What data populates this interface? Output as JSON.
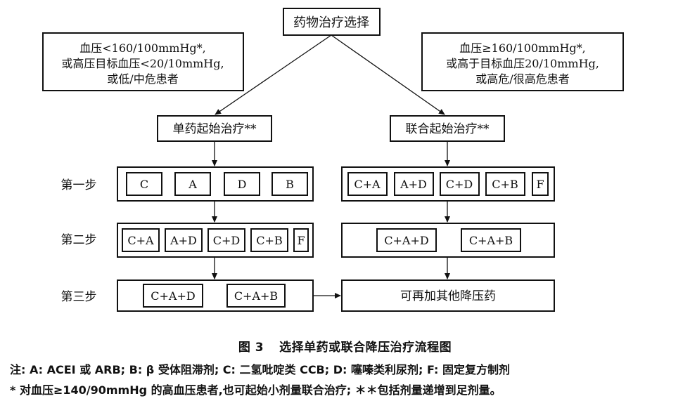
{
  "diagram": {
    "root": "药物治疗选择",
    "left_condition": [
      "血压<160/100mmHg*,",
      "或高压目标血压<20/10mmHg,",
      "或低/中危患者"
    ],
    "right_condition": [
      "血压≥160/100mmHg*,",
      "或高于目标血压20/10mmHg,",
      "或高危/很高危患者"
    ],
    "left_start": "单药起始治疗**",
    "right_start": "联合起始治疗**",
    "steps": [
      "第一步",
      "第二步",
      "第三步"
    ],
    "left_step1": [
      "C",
      "A",
      "D",
      "B"
    ],
    "left_step2": [
      "C+A",
      "A+D",
      "C+D",
      "C+B",
      "F"
    ],
    "left_step3": [
      "C+A+D",
      "C+A+B"
    ],
    "right_step1": [
      "C+A",
      "A+D",
      "C+D",
      "C+B",
      "F"
    ],
    "right_step2": [
      "C+A+D",
      "C+A+B"
    ],
    "right_step3": "可再加其他降压药"
  },
  "caption": {
    "figure_no": "图 3",
    "title": "选择单药或联合降压治疗流程图"
  },
  "notes": {
    "line1": "注: A: ACEI 或 ARB; B: β 受体阻滞剂; C: 二氢吡啶类 CCB; D: 噻嗪类利尿剂; F: 固定复方制剂",
    "line2": "*  对血压≥140/90mmHg 的高血压患者,也可起始小剂量联合治疗; ＊＊包括剂量递增到足剂量。"
  }
}
